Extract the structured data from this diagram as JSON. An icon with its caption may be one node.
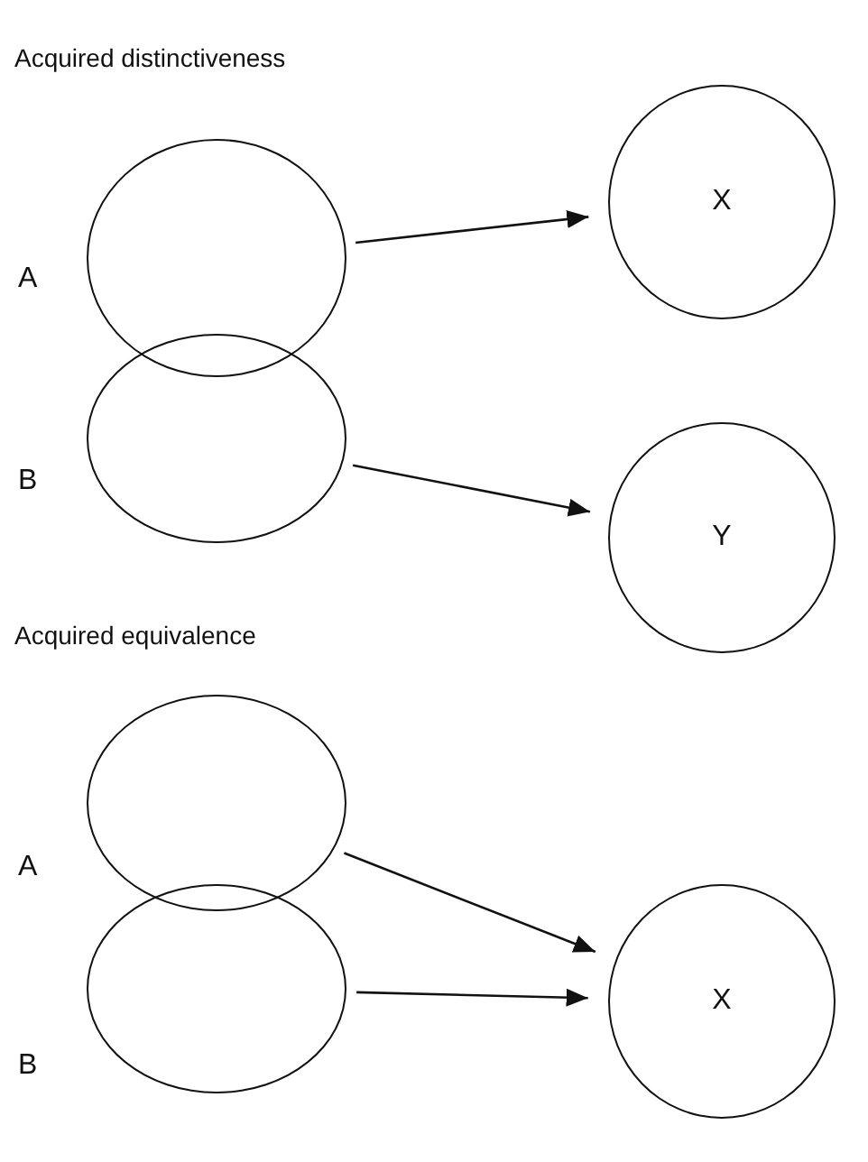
{
  "diagram": {
    "nodes": [
      {
        "text": [],
        "shape": "circle",
        "beside": [
          "A"
        ]
      },
      {
        "text": [],
        "shape": "circle",
        "beside": [
          "B"
        ]
      },
      {
        "text": [
          "X"
        ]
      },
      {
        "text": [
          "Y"
        ]
      },
      {
        "text": [],
        "shape": "circle",
        "beside": [
          "A"
        ]
      },
      {
        "text": [],
        "shape": "circle",
        "beside": [
          "B"
        ]
      },
      {
        "text": [
          "X"
        ]
      }
    ],
    "edges": [
      {
        "from": 0,
        "to": 2,
        "arrow": "to"
      },
      {
        "from": 1,
        "to": 3,
        "arrow": "to"
      },
      {
        "from": 4,
        "to": 6,
        "arrow": "to"
      },
      {
        "from": 5,
        "to": 6,
        "arrow": "to"
      }
    ],
    "labels": [
      "Acquired distinctiveness",
      "Acquired equivalence"
    ]
  }
}
